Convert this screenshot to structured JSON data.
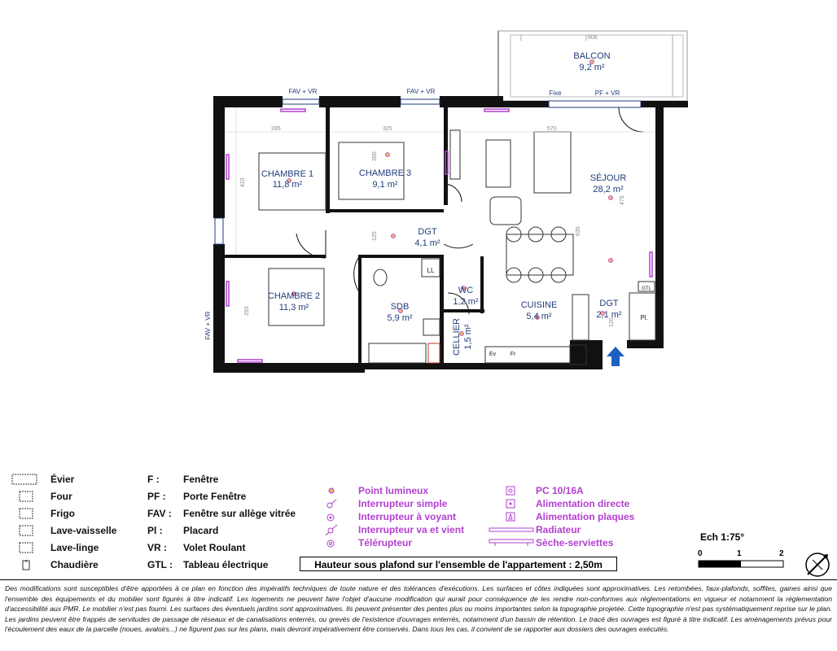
{
  "rooms": {
    "balcon": {
      "name": "BALCON",
      "area": "9,2 m²"
    },
    "chambre1": {
      "name": "CHAMBRE 1",
      "area": "11,8 m²"
    },
    "chambre3": {
      "name": "CHAMBRE 3",
      "area": "9,1 m²"
    },
    "sejour": {
      "name": "SÉJOUR",
      "area": "28,2 m²"
    },
    "dgt1": {
      "name": "DGT",
      "area": "4,1 m²"
    },
    "chambre2": {
      "name": "CHAMBRE 2",
      "area": "11,3 m²"
    },
    "sdb": {
      "name": "SDB",
      "area": "5,9 m²"
    },
    "wc": {
      "name": "WC",
      "area": "1,2 m²"
    },
    "cellier": {
      "name": "CELLIER",
      "area": "1,5 m²"
    },
    "cuisine": {
      "name": "CUISINE",
      "area": "5,4 m²"
    },
    "dgt2": {
      "name": "DGT",
      "area": "2,1 m²"
    }
  },
  "openings": {
    "fav_vr_1": "FAV + VR",
    "fav_vr_2": "FAV + VR",
    "fav_vr_left": "FAV + VR",
    "fixe": "Fixe",
    "pf_vr": "PF + VR"
  },
  "fixtures": {
    "ll": "LL",
    "pl": "Pl.",
    "gtl": "GTL",
    "ev": "Ev",
    "fr": "Fr"
  },
  "dims": [
    "285",
    "325",
    "570",
    "410",
    "260",
    "125",
    "635",
    "475",
    "293",
    "606",
    "120"
  ],
  "legend_symbols": [
    {
      "label": "Évier",
      "icon": "sink-icon"
    },
    {
      "label": "Four",
      "icon": "oven-icon"
    },
    {
      "label": "Frigo",
      "icon": "fridge-icon"
    },
    {
      "label": "Lave-vaisselle",
      "icon": "dishwasher-icon"
    },
    {
      "label": "Lave-linge",
      "icon": "washing-machine-icon"
    },
    {
      "label": "Chaudière",
      "icon": "boiler-icon"
    }
  ],
  "legend_abbrev": [
    {
      "code": "F :",
      "label": "Fenêtre"
    },
    {
      "code": "PF :",
      "label": "Porte Fenêtre"
    },
    {
      "code": "FAV :",
      "label": "Fenêtre sur allège vitrée"
    },
    {
      "code": "Pl :",
      "label": "Placard"
    },
    {
      "code": "VR :",
      "label": "Volet Roulant"
    },
    {
      "code": "GTL :",
      "label": "Tableau électrique"
    }
  ],
  "legend_electric_1": [
    {
      "label": "Point lumineux",
      "icon": "ceiling-light-icon"
    },
    {
      "label": "Interrupteur simple",
      "icon": "switch-icon"
    },
    {
      "label": "Interrupteur à voyant",
      "icon": "indicator-switch-icon"
    },
    {
      "label": "Interrupteur va et vient",
      "icon": "two-way-switch-icon"
    },
    {
      "label": "Télérupteur",
      "icon": "remote-switch-icon"
    }
  ],
  "legend_electric_2": [
    {
      "label": "PC 10/16A",
      "icon": "socket-icon"
    },
    {
      "label": "Alimentation directe",
      "icon": "direct-supply-icon"
    },
    {
      "label": "Alimentation plaques",
      "icon": "hob-supply-icon"
    },
    {
      "label": "Radiateur",
      "icon": "radiator-icon"
    },
    {
      "label": "Sèche-serviettes",
      "icon": "towel-dryer-icon"
    }
  ],
  "ceiling_height": "Hauteur sous plafond sur l'ensemble de l'appartement : 2,50m",
  "scale": {
    "title": "Ech 1:75°",
    "ticks": [
      "0",
      "1",
      "2"
    ]
  },
  "disclaimer": "Des modifications sont susceptibles d'être apportées à ce plan en fonction des impératifs techniques de toute nature et des tolérances d'exécutions. Les surfaces et côtes indiquées sont approximatives. Les retombées, faux-plafonds, soffites, gaines ainsi que l'ensemble des équipements et du mobilier sont figurés à titre indicatif. Les logements ne peuvent faire l'objet d'aucune modification qui aurait pour conséquence de les rendre non-conformes aux réglementations en vigueur et notamment la réglementation d'accessibilité aux PMR. Le mobilier n'est pas fourni. Les surfaces des éventuels jardins sont approximatives. Ils peuvent présenter des pentes plus ou moins importantes selon la topographie projetée. Cette topographie n'est pas systématiquement reprise sur le plan. Les jardins peuvent être frappés de servitudes de passage de réseaux et de canalisations enterrés, ou grevés de l'existence d'ouvrages enterrés, notamment d'un bassin de rétention. Le tracé des ouvrages est figuré à titre indicatif. Les aménagements prévus pour l'écoulement des eaux de la parcelle (noues, avaloirs...) ne figurent pas sur les plans, mais devront impérativement être conservés. Dans tous les cas, il convient de se rapporter aux dossiers des ouvrages exécutés.",
  "colors": {
    "wall": "#111111",
    "room_text": "#1f3c7a",
    "electric": "#b33fd0",
    "light": "#e9a23b"
  }
}
